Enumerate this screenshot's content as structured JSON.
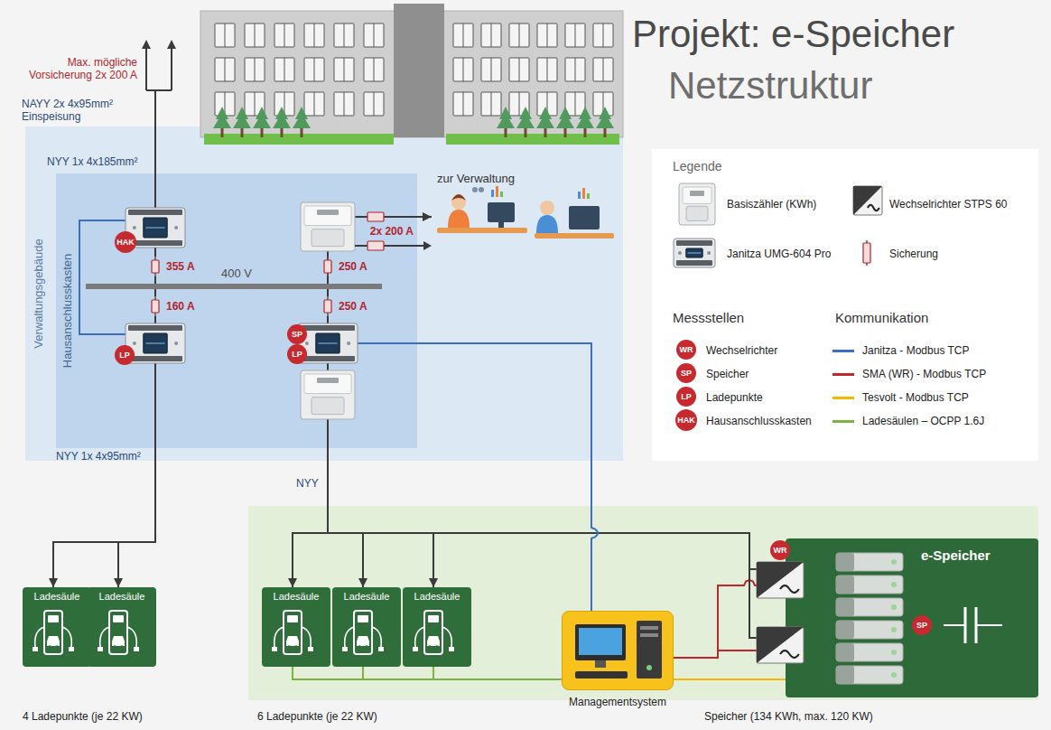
{
  "diagram": {
    "title": "Projekt: e-Speicher",
    "nodes": [
      {
        "text": [
          "Verwaltungsgebäude"
        ]
      },
      {
        "text": [
          "Hausanschlusskasten"
        ],
        "in": 0
      },
      {
        "text": [
          "HAK"
        ],
        "in": 1
      },
      {
        "text": [
          "355 A"
        ],
        "in": 1
      },
      {
        "text": [
          "400 V"
        ],
        "in": 1
      },
      {
        "text": [
          "160 A"
        ],
        "in": 1
      },
      {
        "text": [
          "LP"
        ],
        "in": 1
      },
      {
        "text": [
          "250 A"
        ],
        "in": 1
      },
      {
        "text": [
          "250 A"
        ],
        "in": 1
      },
      {
        "text": [
          "SP",
          "LP"
        ],
        "in": 1
      },
      {
        "text": [
          "2x 200 A"
        ],
        "in": 1
      },
      {
        "text": [
          "zur Verwaltung"
        ],
        "in": 0
      },
      {
        "text": [
          "Ladesäule"
        ]
      },
      {
        "text": [
          "Ladesäule"
        ]
      },
      {
        "text": [
          "Ladesäule"
        ]
      },
      {
        "text": [
          "Ladesäule"
        ]
      },
      {
        "text": [
          "Ladesäule"
        ]
      },
      {
        "text": [
          "Managementsystem"
        ]
      },
      {
        "text": [
          "WR"
        ]
      },
      {
        "text": [
          "e-Speicher",
          "SP"
        ]
      }
    ],
    "edges": [
      {
        "from": 2,
        "to": 3,
        "arrow": "none"
      },
      {
        "from": 3,
        "to": 4,
        "arrow": "none"
      },
      {
        "from": 4,
        "to": 5,
        "arrow": "none"
      },
      {
        "from": 5,
        "to": 6,
        "arrow": "none"
      },
      {
        "from": 6,
        "to": 12,
        "arrow": "to"
      },
      {
        "from": 6,
        "to": 13,
        "arrow": "to"
      },
      {
        "from": 4,
        "to": 7,
        "arrow": "none"
      },
      {
        "from": 7,
        "to": 10,
        "arrow": "none"
      },
      {
        "from": 10,
        "to": 11,
        "arrow": "to"
      },
      {
        "from": 4,
        "to": 8,
        "arrow": "none"
      },
      {
        "from": 8,
        "to": 9,
        "arrow": "none"
      },
      {
        "from": 9,
        "to": 14,
        "arrow": "to"
      },
      {
        "from": 9,
        "to": 15,
        "arrow": "to"
      },
      {
        "from": 9,
        "to": 16,
        "arrow": "to"
      },
      {
        "from": 9,
        "to": 18,
        "arrow": "none"
      },
      {
        "from": 2,
        "to": 6,
        "arrow": "none"
      },
      {
        "from": 9,
        "to": 17,
        "arrow": "none"
      },
      {
        "from": 17,
        "to": 18,
        "arrow": "none"
      },
      {
        "from": 17,
        "to": 19,
        "arrow": "none"
      },
      {
        "from": 17,
        "to": 14,
        "arrow": "none"
      },
      {
        "from": 17,
        "to": 15,
        "arrow": "none"
      },
      {
        "from": 17,
        "to": 16,
        "arrow": "none"
      }
    ],
    "labels": [
      "Netzstruktur",
      "Max. mögliche Vorsicherung 2x 200 A",
      "NAYY 2x 4x95mm² Einspeisung",
      "NYY 1x 4x185mm²",
      "NYY 1x 4x95mm²",
      "NYY",
      "4 Ladepunkte (je 22 KW)",
      "6 Ladepunkte (je 22 KW)",
      "Speicher (134 KWh, max. 120 KW)",
      "Legende",
      "Messstellen",
      "Kommunikation",
      "WR",
      "SP",
      "LP",
      "HAK"
    ],
    "legend": [
      {
        "text": "Basiszähler (KWh)"
      },
      {
        "text": "Wechselrichter STPS 60"
      },
      {
        "text": "Janitza UMG-604 Pro"
      },
      {
        "text": "Sicherung"
      },
      {
        "text": "Wechselrichter"
      },
      {
        "text": "Speicher"
      },
      {
        "text": "Ladepunkte"
      },
      {
        "text": "Hausanschlusskasten"
      },
      {
        "text": "Janitza - Modbus TCP",
        "color": "#3a6fc4"
      },
      {
        "text": "SMA (WR) - Modbus TCP",
        "color": "#c0272d"
      },
      {
        "text": "Tesvolt - Modbus TCP",
        "color": "#f2b705"
      },
      {
        "text": "Ladesäulen – OCPP 1.6J",
        "color": "#7cb342"
      }
    ]
  }
}
